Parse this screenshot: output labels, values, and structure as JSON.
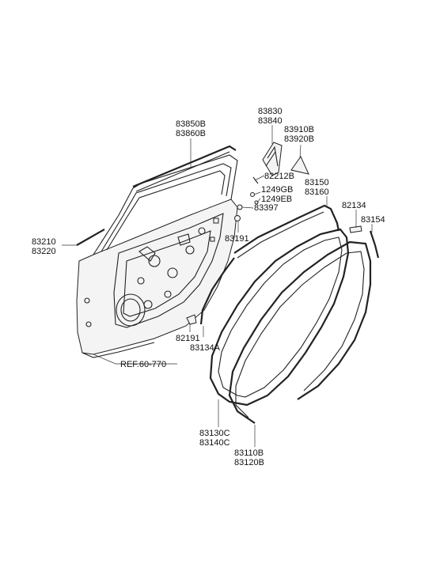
{
  "callouts": [
    {
      "id": "c1",
      "lines": [
        "83850B",
        "83860B"
      ]
    },
    {
      "id": "c2",
      "lines": [
        "83830",
        "83840"
      ]
    },
    {
      "id": "c3",
      "lines": [
        "83910B",
        "83920B"
      ]
    },
    {
      "id": "c4",
      "lines": [
        "82212B"
      ]
    },
    {
      "id": "c5",
      "lines": [
        "1249GB",
        "1249EB"
      ]
    },
    {
      "id": "c6",
      "lines": [
        "83397"
      ]
    },
    {
      "id": "c7",
      "lines": [
        "83150",
        "83160"
      ]
    },
    {
      "id": "c8",
      "lines": [
        "82134"
      ]
    },
    {
      "id": "c9",
      "lines": [
        "83154"
      ]
    },
    {
      "id": "c10",
      "lines": [
        "83191"
      ]
    },
    {
      "id": "c11",
      "lines": [
        "83210",
        "83220"
      ]
    },
    {
      "id": "c12",
      "lines": [
        "82191"
      ]
    },
    {
      "id": "c13",
      "lines": [
        "83134A"
      ]
    },
    {
      "id": "c14",
      "lines": [
        "REF.60-770"
      ]
    },
    {
      "id": "c15",
      "lines": [
        "83130C",
        "83140C"
      ]
    },
    {
      "id": "c16",
      "lines": [
        "83110B",
        "83120B"
      ]
    }
  ]
}
